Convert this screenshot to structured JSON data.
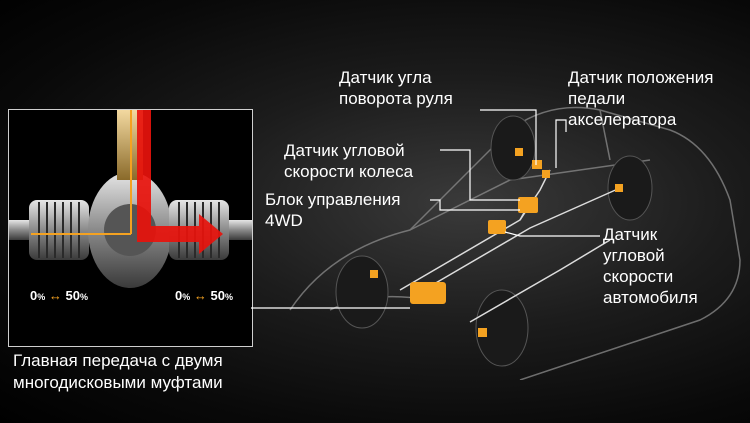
{
  "labels": {
    "steering_angle": "Датчик угла\nповорота руля",
    "pedal_position": "Датчик положения\nпедали\nакселератора",
    "wheel_speed": "Датчик угловой\nскорости колеса",
    "control_unit": "Блок управления\n4WD",
    "vehicle_speed": "Датчик\nугловой\nскорости\nавтомобиля",
    "caption_line1": "Главная передача с двумя",
    "caption_line2": "многодисковыми муфтами"
  },
  "torque_split": {
    "left": {
      "min": "0",
      "max": "50",
      "unit": "%"
    },
    "right": {
      "min": "0",
      "max": "50",
      "unit": "%"
    },
    "arrow": "↔"
  },
  "colors": {
    "accent": "#f4a221",
    "torque_flow": "#e8120c",
    "leader_line": "#ffffff"
  }
}
